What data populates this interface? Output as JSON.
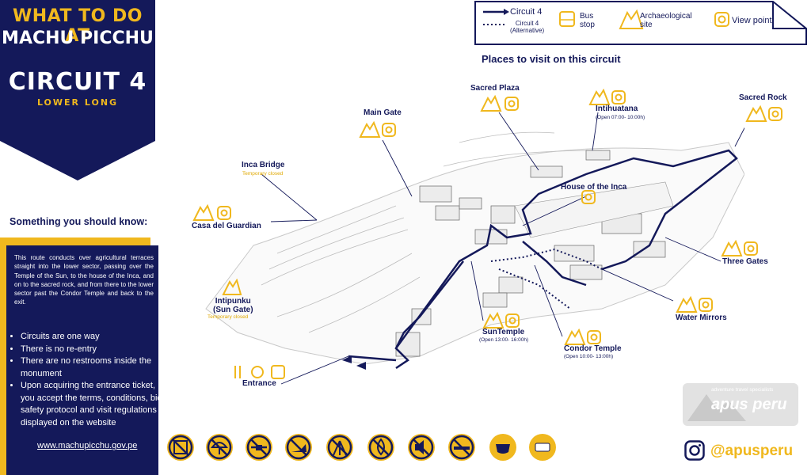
{
  "title": {
    "line1": "WHAT TO DO AT",
    "line2": "MACHU PICCHU",
    "circuit": "CIRCUIT 4",
    "subtitle": "LOWER LONG"
  },
  "legend": {
    "circuit": "Circuit 4",
    "alternative": "Circuit 4\n(Alternative)",
    "bus_stop": "Bus\nstop",
    "archaeological": "Archaeological\nsite",
    "view_point": "View point"
  },
  "places_title": "Places to visit on this circuit",
  "places": {
    "sacred_plaza": "Sacred Plaza",
    "main_gate": "Main Gate",
    "intihuatana": "Intihuatana",
    "intihuatana_hours": "(Open 07:00- 10:00h)",
    "sacred_rock": "Sacred Rock",
    "inca_bridge": "Inca Bridge",
    "inca_bridge_status": "Temporary closed",
    "house_inca": "House of the Inca",
    "casa_guardian": "Casa del Guardian",
    "three_gates": "Three Gates",
    "intipunku": "Intipunku\n(Sun Gate)",
    "intipunku_status": "Temporary closed",
    "water_mirrors": "Water Mirrors",
    "sun_temple": "SunTemple",
    "sun_temple_hours": "(Open 13:00- 16:00h)",
    "condor_temple": "Condor Temple",
    "condor_temple_hours": "(Open 10:00- 13:00h)",
    "entrance": "Entrance"
  },
  "info": {
    "heading": "Something you should know:",
    "paragraph": "This route conducts over agricultural terraces straight into the lower sector, passing over the Temple of the Sun, to the house of the Inca, and on to the sacred rock, and from there to the lower sector past the Condor Temple and back to the exit.",
    "rules": [
      "Circuits are one way",
      "There is no re-entry",
      "There are no restrooms inside the monument",
      " Upon acquiring the entrance ticket, you accept the terms, conditions, bio safety protocol and visit regulations displayed on the website"
    ],
    "website": "www.machupicchu.gov.pe"
  },
  "prohibitions": [
    "no-large-bags-icon",
    "no-umbrella-icon",
    "no-drone-icon",
    "no-high-heels-icon",
    "no-tripod-icon",
    "no-fire-icon",
    "no-loud-speakers-icon",
    "no-smoking-icon",
    "mask-required-icon",
    "ticket-icon"
  ],
  "brand": {
    "handle": "@apusperu",
    "name": "apus peru",
    "tagline": "adventure travel specialists"
  },
  "colors": {
    "navy": "#14195a",
    "gold": "#f0b81e"
  }
}
